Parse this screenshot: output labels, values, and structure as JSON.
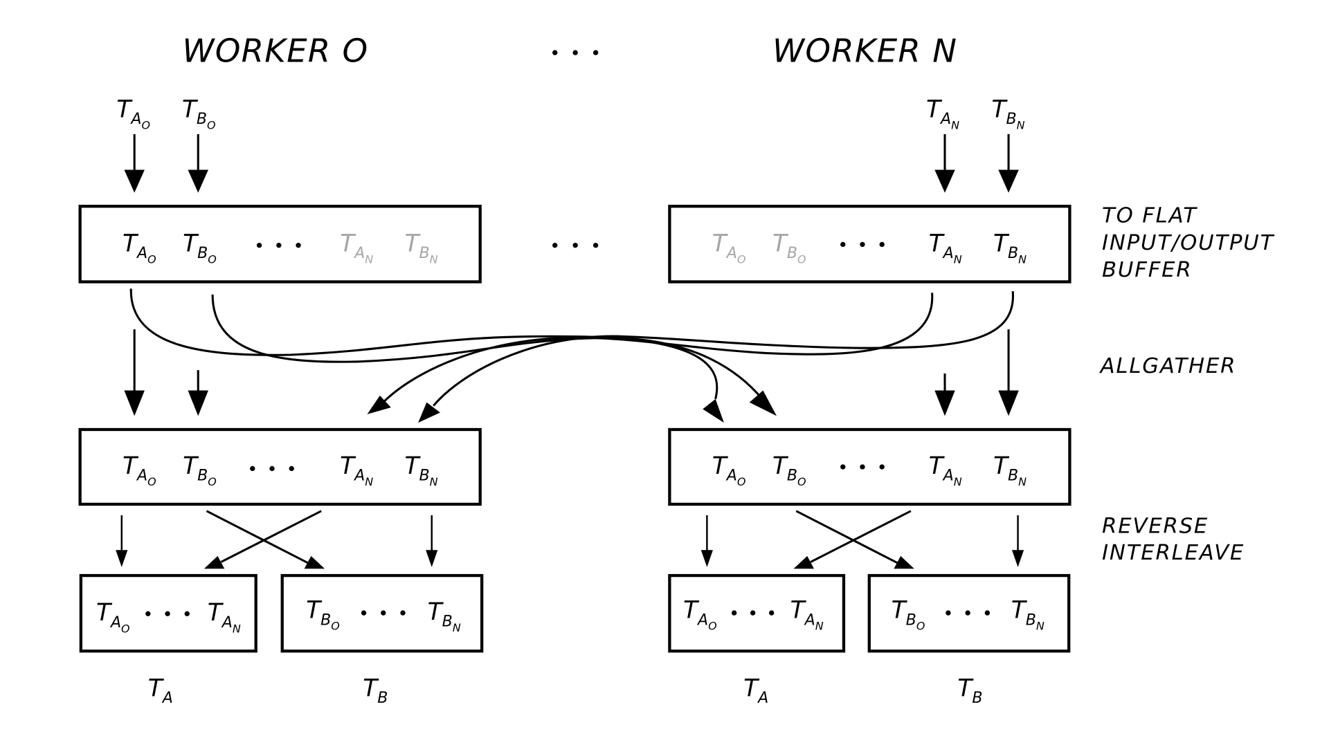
{
  "diagram": {
    "workers": [
      {
        "title": "WORKER O",
        "id": "O"
      },
      {
        "title": "WORKER N",
        "id": "N"
      }
    ],
    "ellipsis": "...",
    "stage_labels": {
      "flat_buffer": [
        "TO FLAT",
        "INPUT/OUTPUT",
        "BUFFER"
      ],
      "allgather": [
        "ALLGATHER"
      ],
      "reverse_interleave": [
        "REVERSE",
        "INTERLEAVE"
      ]
    },
    "tensor_base": "T",
    "inputs": {
      "worker_O": [
        {
          "sym": "A",
          "idx": "O"
        },
        {
          "sym": "B",
          "idx": "O"
        }
      ],
      "worker_N": [
        {
          "sym": "A",
          "idx": "N"
        },
        {
          "sym": "B",
          "idx": "N"
        }
      ]
    },
    "flat_buffers": {
      "worker_O": {
        "active": [
          "T_A_O",
          "T_B_O"
        ],
        "inactive": [
          "T_A_N",
          "T_B_N"
        ]
      },
      "worker_N": {
        "active": [
          "T_A_N",
          "T_B_N"
        ],
        "inactive": [
          "T_A_O",
          "T_B_O"
        ]
      }
    },
    "gathered_buffers": [
      "T_A_O",
      "T_B_O",
      "...",
      "T_A_N",
      "T_B_N"
    ],
    "outputs": [
      {
        "label_sym": "A",
        "contents": [
          "T_A_O",
          "...",
          "T_A_N"
        ]
      },
      {
        "label_sym": "B",
        "contents": [
          "T_B_O",
          "...",
          "T_B_N"
        ]
      }
    ],
    "colors": {
      "line": "#000000",
      "inactive_text": "#a6a6a6",
      "background": "#ffffff"
    }
  }
}
